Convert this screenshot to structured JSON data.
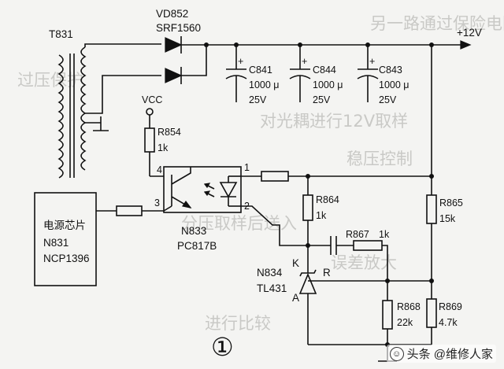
{
  "labels": {
    "transformer": "T831",
    "diode_ref": "VD852",
    "diode_part": "SRF1560",
    "rail": "+12V",
    "vcc": "VCC",
    "r854_ref": "R854",
    "r854_val": "1k",
    "c841_ref": "C841",
    "c841_cap": "1000 μ",
    "c841_v": "25V",
    "c844_ref": "C844",
    "c844_cap": "1000 μ",
    "c844_v": "25V",
    "c843_ref": "C843",
    "c843_cap": "1000 μ",
    "c843_v": "25V",
    "chip_line1": "电源芯片",
    "chip_line2": "N831",
    "chip_line3": "NCP1396",
    "pin4": "4",
    "pin3": "3",
    "pin1": "1",
    "pin2": "2",
    "opto_ref": "N833",
    "opto_part": "PC817B",
    "r864_ref": "R864",
    "r864_val": "1k",
    "r865_ref": "R865",
    "r865_val": "15k",
    "r867_ref": "R867",
    "r867_val": "1k",
    "k_label": "K",
    "r_label": "R",
    "a_label": "A",
    "tl_ref": "N834",
    "tl_part": "TL431",
    "r868_ref": "R868",
    "r868_val": "22k",
    "r869_ref": "R869",
    "r869_val": "4.7k",
    "figure_number": "①",
    "plus": "+"
  },
  "watermark": {
    "text": "头条 @维修人家",
    "icon": "user-icon"
  },
  "background_text": [
    "另一路通过保险电阻",
    "过压保护",
    "对光耦进行12V取样",
    "稳压控制",
    "分压取样后送入",
    "误差放大",
    "进行比较"
  ]
}
